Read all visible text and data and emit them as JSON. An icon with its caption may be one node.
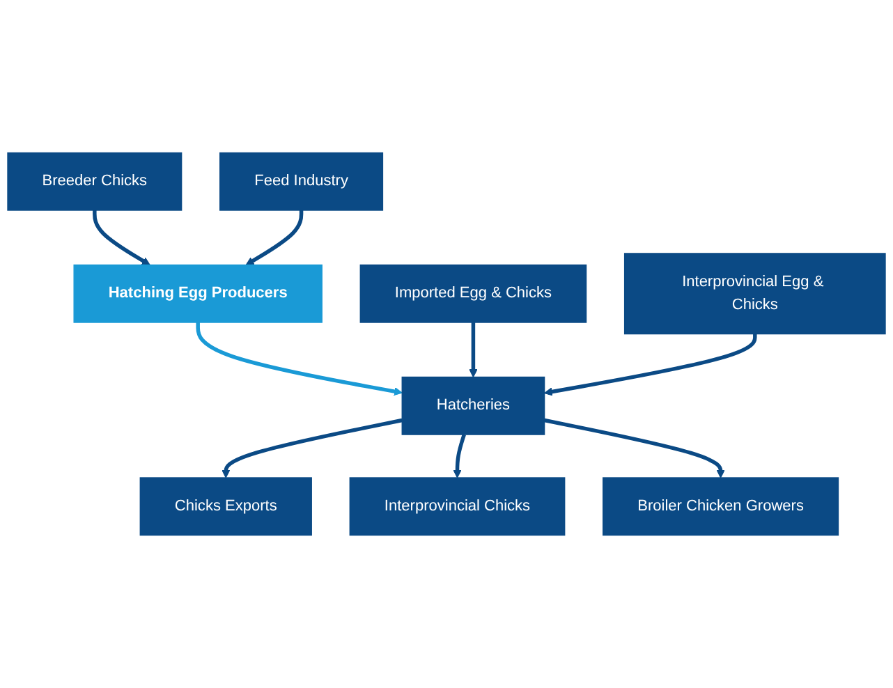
{
  "diagram": {
    "nodes": [
      {
        "text": [
          "Breeder Chicks"
        ]
      },
      {
        "text": [
          "Hatching Egg Producers"
        ]
      },
      {
        "text": [
          "Feed Industry"
        ]
      },
      {
        "text": [
          "Imported Egg & Chicks"
        ]
      },
      {
        "text": [
          "Interprovincial Egg & Chicks"
        ]
      },
      {
        "text": [
          "Hatcheries"
        ]
      },
      {
        "text": [
          "Chicks Exports"
        ]
      },
      {
        "text": [
          "Interprovincial Chicks"
        ]
      },
      {
        "text": [
          "Broiler Chicken Growers"
        ]
      }
    ],
    "edges": [
      {
        "from": 0,
        "to": 1,
        "arrow": "to"
      },
      {
        "from": 2,
        "to": 1,
        "arrow": "to"
      },
      {
        "from": 1,
        "to": 5,
        "arrow": "to",
        "color": "#1a9ad6"
      },
      {
        "from": 3,
        "to": 5,
        "arrow": "to"
      },
      {
        "from": 4,
        "to": 5,
        "arrow": "to"
      },
      {
        "from": 5,
        "to": 6,
        "arrow": "to"
      },
      {
        "from": 5,
        "to": 7,
        "arrow": "to"
      },
      {
        "from": 5,
        "to": 8,
        "arrow": "to"
      }
    ]
  }
}
